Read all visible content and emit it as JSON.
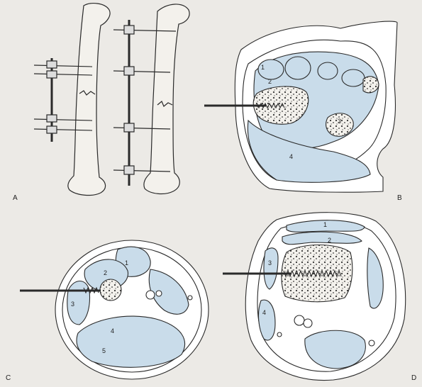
{
  "panels": {
    "a": {
      "label": "A"
    },
    "b": {
      "label": "B",
      "numbers": [
        "1",
        "2",
        "3",
        "4"
      ]
    },
    "c": {
      "label": "C",
      "numbers": [
        "1",
        "2",
        "3",
        "4",
        "5"
      ]
    },
    "d": {
      "label": "D",
      "numbers": [
        "1",
        "2",
        "3",
        "4"
      ]
    }
  },
  "colors": {
    "background": "#eceae6",
    "muscle_fill": "#c9dcea",
    "outline": "#2a2a2a",
    "bone_fill": "#f3f1ec",
    "panel_bg": "#ffffff"
  }
}
